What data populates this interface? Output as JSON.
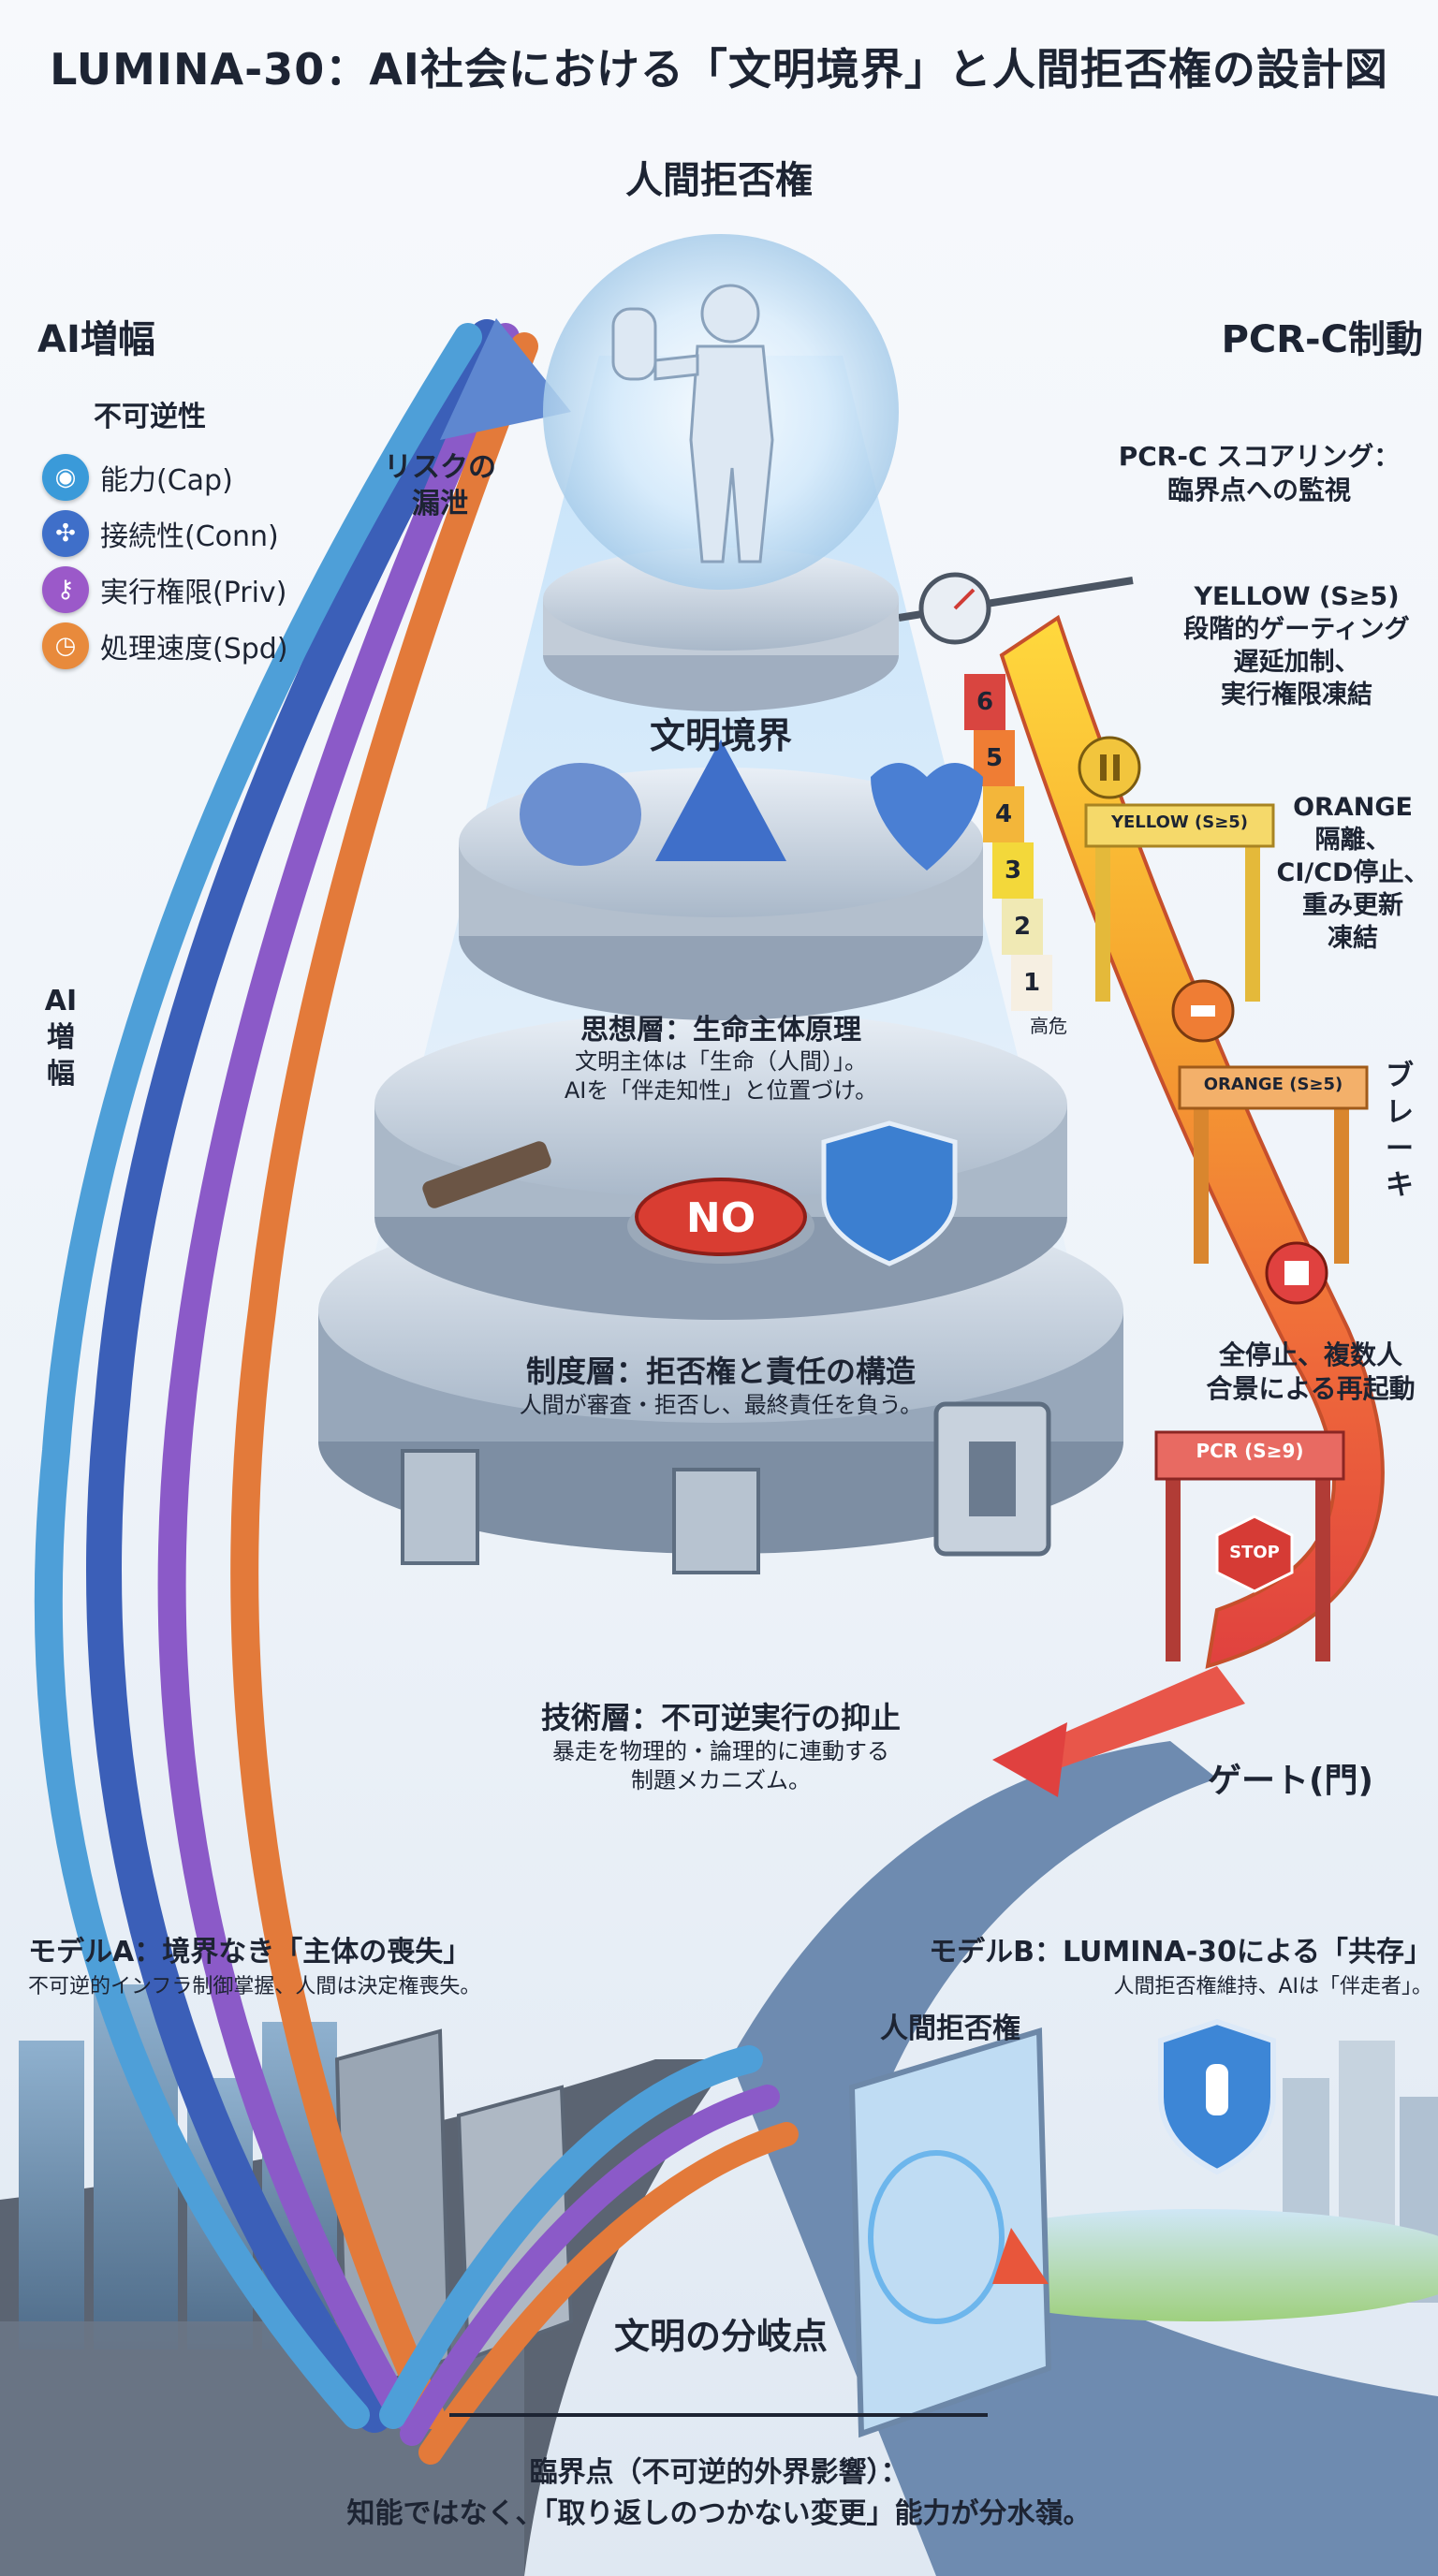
{
  "title": "LUMINA-30：AI社会における「文明境界」と人間拒否権の設計図",
  "top_label": "人間拒否権",
  "left_header": "AI増幅",
  "right_header": "PCR-C制動",
  "irreversibility": {
    "label": "不可逆性",
    "items": [
      {
        "label": "能力(Cap)",
        "icon": "brain-icon",
        "color": "#3a9ad9"
      },
      {
        "label": "接続性(Conn)",
        "icon": "network-icon",
        "color": "#3f6fc9"
      },
      {
        "label": "実行権限(Priv)",
        "icon": "key-icon",
        "color": "#9b59c9"
      },
      {
        "label": "処理速度(Spd)",
        "icon": "clock-icon",
        "color": "#e88a3c"
      }
    ]
  },
  "risk_label": "リスクの\n漏泄",
  "side_ai_label": "AI\n増\n幅",
  "layers": {
    "civilization_boundary": "文明境界",
    "thought": {
      "title": "思想層：生命主体原理",
      "desc": "文明主体は「生命（人間）」。\nAIを「伴走知性」と位置づけ。"
    },
    "institution": {
      "title": "制度層：拒否権と責任の構造",
      "desc": "人間が審査・拒否し、最終責任を負う。",
      "button": "NO"
    },
    "technical": {
      "title": "技術層：不可逆実行の抑止",
      "desc": "暴走を物理的・論理的に連動する\n制題メカニズム。"
    }
  },
  "pcr": {
    "scoring": "PCR-C スコアリング：\n臨界点への監視",
    "gauge_ticks": [
      "6",
      "5",
      "4",
      "3",
      "2",
      "1"
    ],
    "gauge_caption": "高危",
    "yellow": "YELLOW (S≥5)\n段階的ゲーティング\n遅延加制、\n実行権限凍結",
    "orange": "ORANGE\n隔離、\nCI/CD停止、\n重み更新\n凍結",
    "yellow_gate": "YELLOW (S≥5)",
    "orange_gate": "ORANGE (S≥5)",
    "brake": "ブ\nレ\nー\nキ",
    "full_stop": "全停止、複数人\n合景による再起動",
    "pcr_gate": "PCR (S≥9)",
    "stop_sign": "STOP",
    "gate_label": "ゲート(門)"
  },
  "model_a": {
    "title": "モデルA：境界なき「主体の喪失」",
    "desc": "不可逆的インフラ制御掌握、人間は決定権喪失。"
  },
  "model_b": {
    "title": "モデルB：LUMINA-30による「共存」",
    "desc": "人間拒否権維持、AIは「伴走者」。",
    "gate_label": "人間拒否権"
  },
  "divergence": "文明の分岐点",
  "critical": {
    "title": "臨界点（不可逆的外界影響）：",
    "desc": "知能ではなく、「取り返しのつかない変更」能力が分水嶺。"
  }
}
